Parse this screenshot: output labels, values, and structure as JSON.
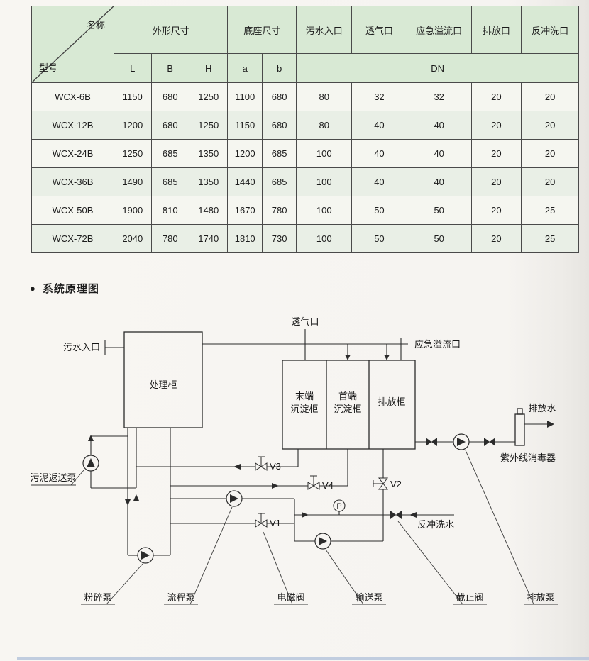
{
  "spec_table": {
    "corner": {
      "name_label": "名称",
      "model_label": "型号"
    },
    "groups": {
      "outer_dim": "外形尺寸",
      "base_dim": "底座尺寸"
    },
    "dim_subheaders": [
      "L",
      "B",
      "H",
      "a",
      "b"
    ],
    "port_headers": [
      "污水入口",
      "透气口",
      "应急溢流口",
      "排放口",
      "反冲洗口"
    ],
    "dn_label": "DN",
    "rows": [
      {
        "model": "WCX-6B",
        "values": [
          "1150",
          "680",
          "1250",
          "1100",
          "680",
          "80",
          "32",
          "32",
          "20",
          "20"
        ]
      },
      {
        "model": "WCX-12B",
        "values": [
          "1200",
          "680",
          "1250",
          "1150",
          "680",
          "80",
          "40",
          "40",
          "20",
          "20"
        ]
      },
      {
        "model": "WCX-24B",
        "values": [
          "1250",
          "685",
          "1350",
          "1200",
          "685",
          "100",
          "40",
          "40",
          "20",
          "20"
        ]
      },
      {
        "model": "WCX-36B",
        "values": [
          "1490",
          "685",
          "1350",
          "1440",
          "685",
          "100",
          "40",
          "40",
          "20",
          "20"
        ]
      },
      {
        "model": "WCX-50B",
        "values": [
          "1900",
          "810",
          "1480",
          "1670",
          "780",
          "100",
          "50",
          "50",
          "20",
          "25"
        ]
      },
      {
        "model": "WCX-72B",
        "values": [
          "2040",
          "780",
          "1740",
          "1810",
          "730",
          "100",
          "50",
          "50",
          "20",
          "25"
        ]
      }
    ]
  },
  "section": {
    "bullet": "●",
    "title": "系统原理图"
  },
  "diagram": {
    "labels": {
      "vent": "透气口",
      "sewage_inlet": "污水入口",
      "emergency_overflow": "应急溢流口",
      "treatment_cabinet": "处理柜",
      "end_settling_line1": "末端",
      "end_settling_line2": "沉淀柜",
      "head_settling_line1": "首端",
      "head_settling_line2": "沉淀柜",
      "discharge_cabinet": "排放柜",
      "discharge_water": "排放水",
      "uv_sterilizer": "紫外线消毒器",
      "valve_v1": "V1",
      "valve_v2": "V2",
      "valve_v3": "V3",
      "valve_v4": "V4",
      "pressure_gauge": "P",
      "backwash_water": "反冲洗水",
      "sludge_return_pump": "污泥返送泵",
      "grinder_pump": "粉碎泵",
      "process_pump": "流程泵",
      "solenoid_valve": "电磁阀",
      "transfer_pump": "输送泵",
      "stop_valve": "截止阀",
      "discharge_pump": "排放泵"
    }
  }
}
